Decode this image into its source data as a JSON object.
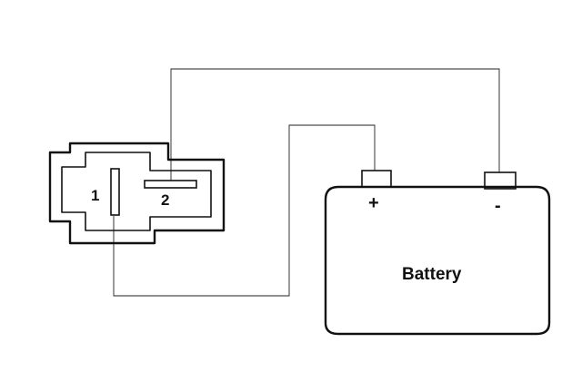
{
  "diagram": {
    "connector": {
      "pin_1_label": "1",
      "pin_2_label": "2"
    },
    "battery": {
      "label": "Battery",
      "positive_label": "+",
      "negative_label": "-"
    }
  },
  "colors": {
    "line": "#111111",
    "background": "#ffffff"
  }
}
